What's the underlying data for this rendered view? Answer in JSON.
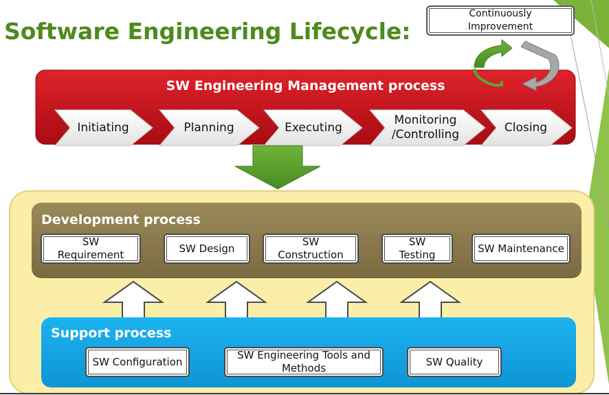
{
  "title": "Software Engineering Lifecycle:",
  "continuous_improvement": {
    "label": "Continuously\nImprovement"
  },
  "management": {
    "title": "SW Engineering Management process",
    "phases": [
      "Initiating",
      "Planning",
      "Executing",
      "Monitoring\n/Controlling",
      "Closing"
    ]
  },
  "development": {
    "title": "Development process",
    "items": [
      "SW\nRequirement",
      "SW Design",
      "SW\nConstruction",
      "SW\nTesting",
      "SW Maintenance"
    ]
  },
  "support": {
    "title": "Support process",
    "items": [
      "SW Configuration",
      "SW Engineering Tools and\nMethods",
      "SW Quality"
    ]
  },
  "colors": {
    "title_green": "#4f8a1e",
    "management_red": "#c8101a",
    "development_brown": "#8a7a4c",
    "outer_yellow": "#fbeea8",
    "support_blue": "#12a6e8",
    "down_arrow_green": "#5a9e2c",
    "cycle_green": "#5aa43a"
  }
}
